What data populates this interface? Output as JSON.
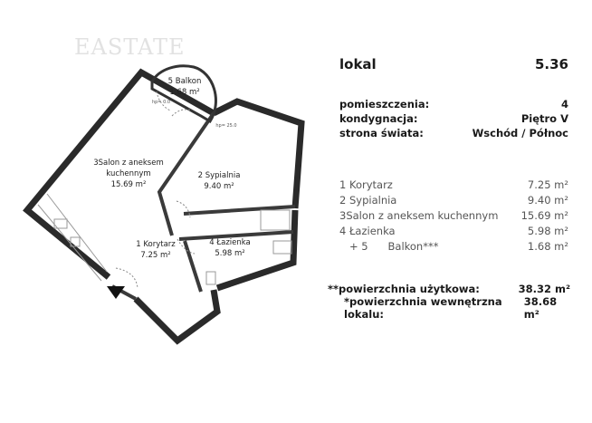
{
  "watermark": "EASTATE",
  "header": {
    "title": "lokal",
    "number": "5.36"
  },
  "details": [
    {
      "label": "pomieszczenia:",
      "value": "4"
    },
    {
      "label": "kondygnacja:",
      "value": "Piętro V"
    },
    {
      "label": "strona świata:",
      "value": "Wschód / Północ"
    }
  ],
  "rooms": [
    {
      "label": "1 Korytarz",
      "area": "7.25 m²"
    },
    {
      "label": "2 Sypialnia",
      "area": "9.40 m²"
    },
    {
      "label": "3Salon z aneksem kuchennym",
      "area": "15.69 m²"
    },
    {
      "label": "4 Łazienka",
      "area": "5.98 m²"
    },
    {
      "label": "   + 5      Balkon***",
      "area": "1.68 m²"
    }
  ],
  "summary": [
    {
      "label": "**powierzchnia użytkowa:",
      "value": "38.32 m²"
    },
    {
      "label": "*powierzchnia wewnętrzna lokalu:",
      "value": "38.68 m²"
    }
  ],
  "plan": {
    "balkon_name": "5 Balkon",
    "balkon_area": "1.68 m²",
    "balkon_hp": "hp= 0.0",
    "sypialnia_hp": "hp= 25.0",
    "salon_name_1": "3Salon z aneksem",
    "salon_name_2": "kuchennym",
    "salon_area": "15.69 m²",
    "sypialnia_name": "2 Sypialnia",
    "sypialnia_area": "9.40 m²",
    "korytarz_name": "1 Korytarz",
    "korytarz_area": "7.25 m²",
    "lazienka_name": "4 Łazienka",
    "lazienka_area": "5.98 m²"
  }
}
